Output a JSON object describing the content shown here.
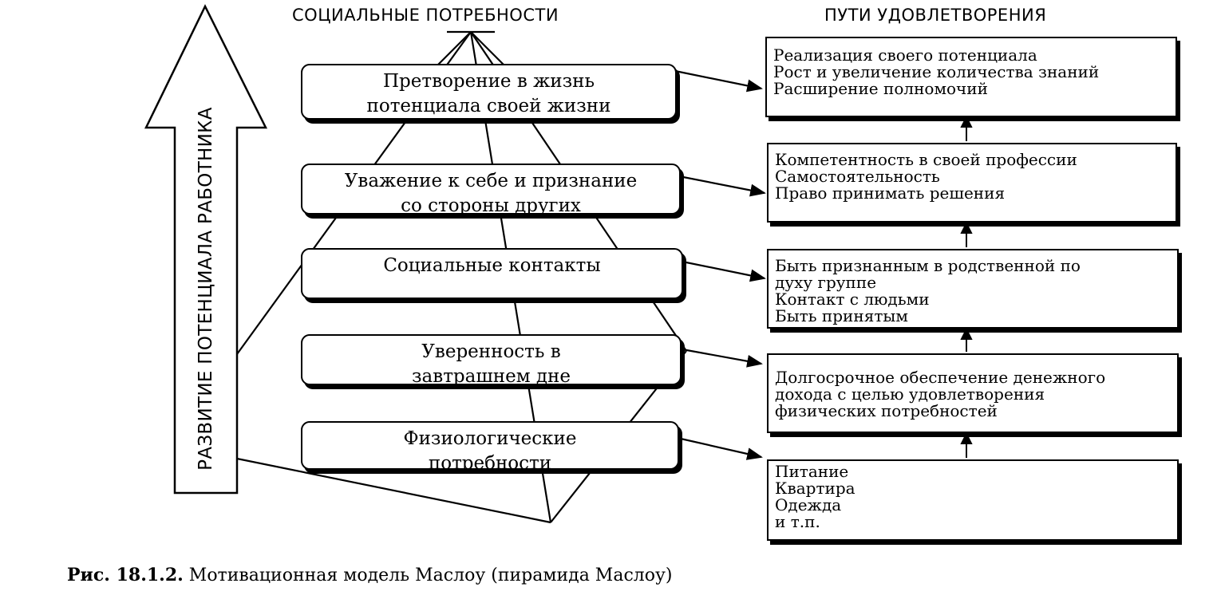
{
  "headers": {
    "needs": "СОЦИАЛЬНЫЕ ПОТРЕБНОСТИ",
    "ways": "ПУТИ УДОВЛЕТВОРЕНИЯ"
  },
  "side_label": "РАЗВИТИЕ ПОТЕНЦИАЛА РАБОТНИКА",
  "needs": [
    {
      "line1": "Претворение в жизнь",
      "line2": "потенциала своей жизни"
    },
    {
      "line1": "Уважение к себе и признание",
      "line2": "со стороны других"
    },
    {
      "line1": "Социальные контакты",
      "line2": ""
    },
    {
      "line1": "Уверенность в",
      "line2": "завтрашнем дне"
    },
    {
      "line1": "Физиологические",
      "line2": "потребности"
    }
  ],
  "ways": [
    {
      "lines": [
        "Реализация своего потенциала",
        "Рост и увеличение количества знаний",
        "Расширение полномочий"
      ]
    },
    {
      "lines": [
        "Компетентность в своей профессии",
        "Самостоятельность",
        "Право принимать решения"
      ]
    },
    {
      "lines": [
        "Быть признанным в родственной по",
        "духу группе",
        "Контакт с людьми",
        "Быть принятым"
      ]
    },
    {
      "lines": [
        "Долгосрочное обеспечение денежного",
        "дохода с целью удовлетворения",
        "физических потребностей"
      ]
    },
    {
      "lines": [
        "Питание",
        "Квартира",
        "Одежда",
        "и т.п."
      ]
    }
  ],
  "caption": {
    "label": "Рис. 18.1.2.",
    "text": " Мотивационная модель Маслоу (пирамида Маслоу)"
  }
}
